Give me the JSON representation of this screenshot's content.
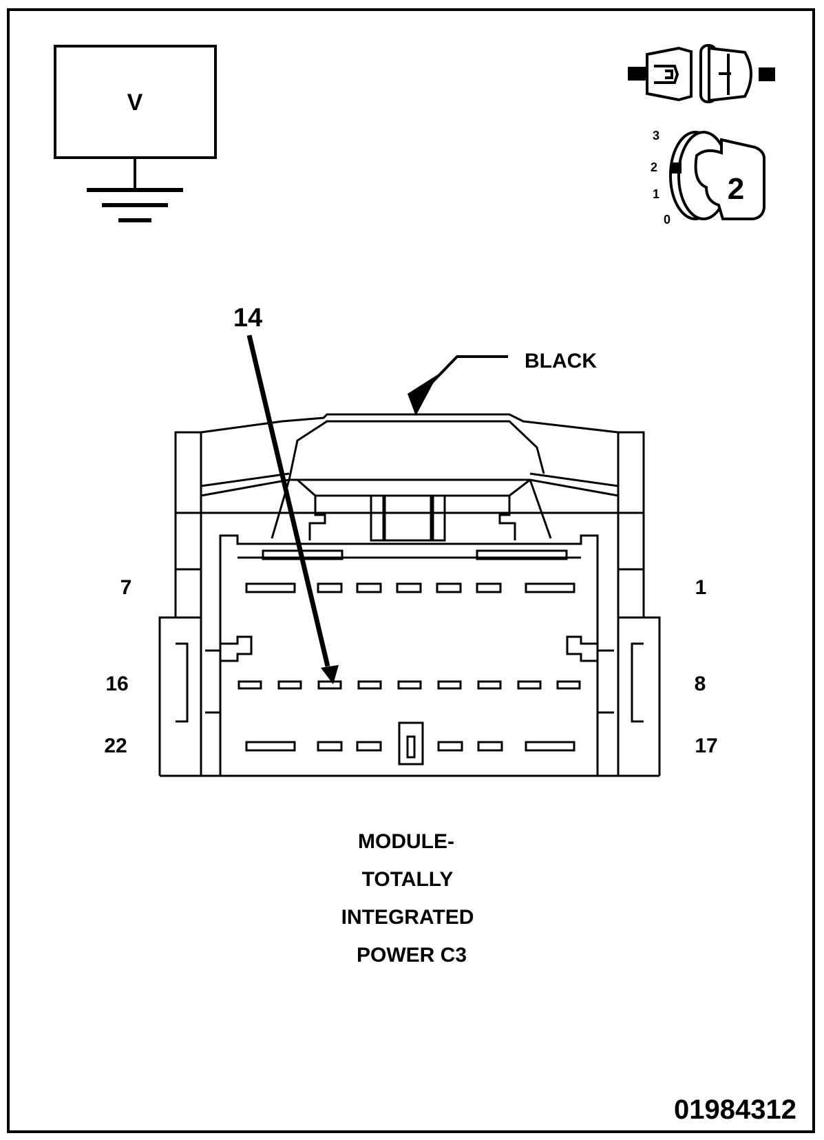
{
  "voltmeter": {
    "symbol": "V"
  },
  "ignition": {
    "positions": [
      "3",
      "2",
      "1",
      "0"
    ],
    "key_position": "2"
  },
  "connector": {
    "pointer_pin": "14",
    "color_label": "BLACK",
    "pin_labels": {
      "row1_left": "7",
      "row1_right": "1",
      "row2_left": "16",
      "row2_right": "8",
      "row3_left": "22",
      "row3_right": "17"
    },
    "caption": [
      "MODULE-",
      "TOTALLY",
      "INTEGRATED",
      "POWER C3"
    ]
  },
  "figure_id": "01984312",
  "colors": {
    "line": "#000000",
    "background": "#ffffff"
  }
}
